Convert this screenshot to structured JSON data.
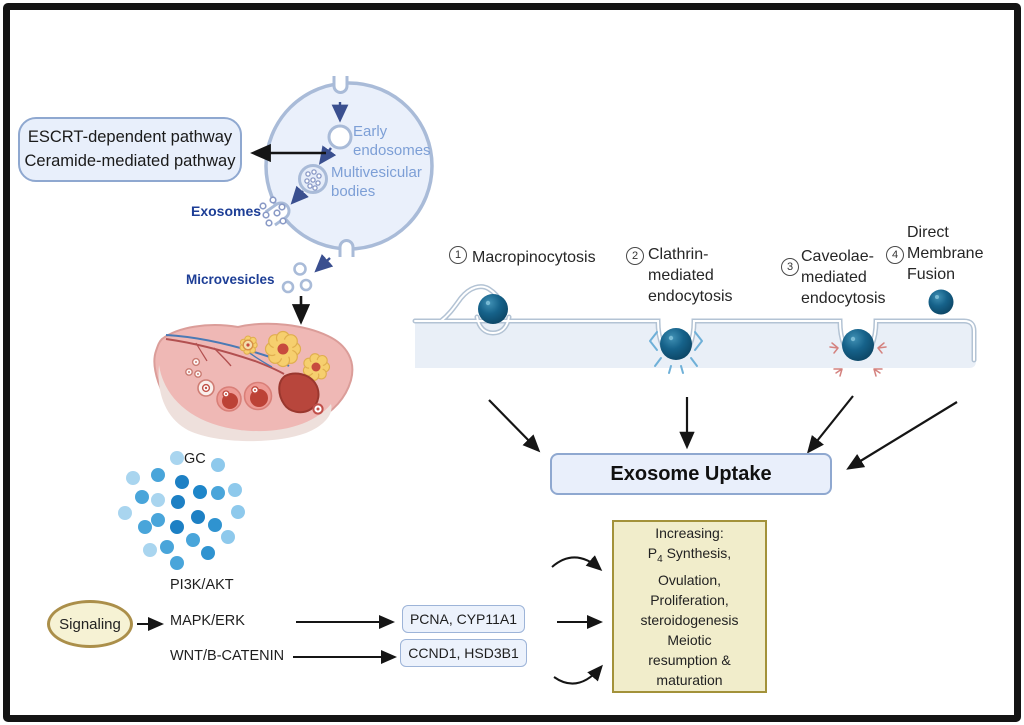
{
  "biogenesis": {
    "pathway_box": {
      "line1": "ESCRT-dependent pathway",
      "line2": "Ceramide-mediated pathway"
    },
    "early_endosomes_label": "Early\nendosomes",
    "multivesicular_bodies_label": "Multivesicular\nbodies",
    "exosomes_label": "Exosomes",
    "microvesicles_label": "Microvesicles"
  },
  "uptake": {
    "mechanisms": [
      {
        "number": "1",
        "label": "Macropinocytosis"
      },
      {
        "number": "2",
        "label": "Clathrin-\nmediated\nendocytosis"
      },
      {
        "number": "3",
        "label": "Caveolae-\nmediated\nendocytosis"
      },
      {
        "number": "4",
        "label": "Direct\nMembrane\nFusion"
      }
    ],
    "uptake_box_label": "Exosome Uptake"
  },
  "signaling": {
    "gc_label": "GC",
    "oval_label": "Signaling",
    "pathway_pi3k": "PI3K/AKT",
    "pathway_mapk": "MAPK/ERK",
    "pathway_wnt": "WNT/B-CATENIN",
    "gene_box_1": "PCNA, CYP11A1",
    "gene_box_2": "CCND1, HSD3B1"
  },
  "outcome_box": {
    "title": "Increasing:",
    "p4": {
      "prefix": "P",
      "sub": "4",
      "rest": " Synthesis,"
    },
    "lines": [
      "Ovulation,",
      "Proliferation,",
      "steroidogenesis",
      "Meiotic",
      "resumption &",
      "maturation"
    ]
  },
  "colors": {
    "vesicle_teal": "#135a7d",
    "membrane_line": "#b3c3d4",
    "membrane_band": "#e9eff7",
    "cell_fill": "#eaf0fb",
    "cell_stroke": "#a9bbd8",
    "blue_box_fill": "#e9effb",
    "blue_box_border": "#8fa8d0",
    "outcome_fill": "#f1edcb",
    "outcome_border": "#a3923a",
    "signal_oval_fill": "#f6f2d4",
    "signal_oval_border": "#ab8f4a",
    "label_light_blue": "#7d9fd6",
    "label_navy": "#1d3e96",
    "gc_dot_light": "#a9d5ef",
    "gc_dot_medium": "#49a5da",
    "gc_dot_dark": "#1d80c4",
    "ovary_pink": "#efb8b5",
    "follicle_yellow": "#f6cf6e"
  }
}
